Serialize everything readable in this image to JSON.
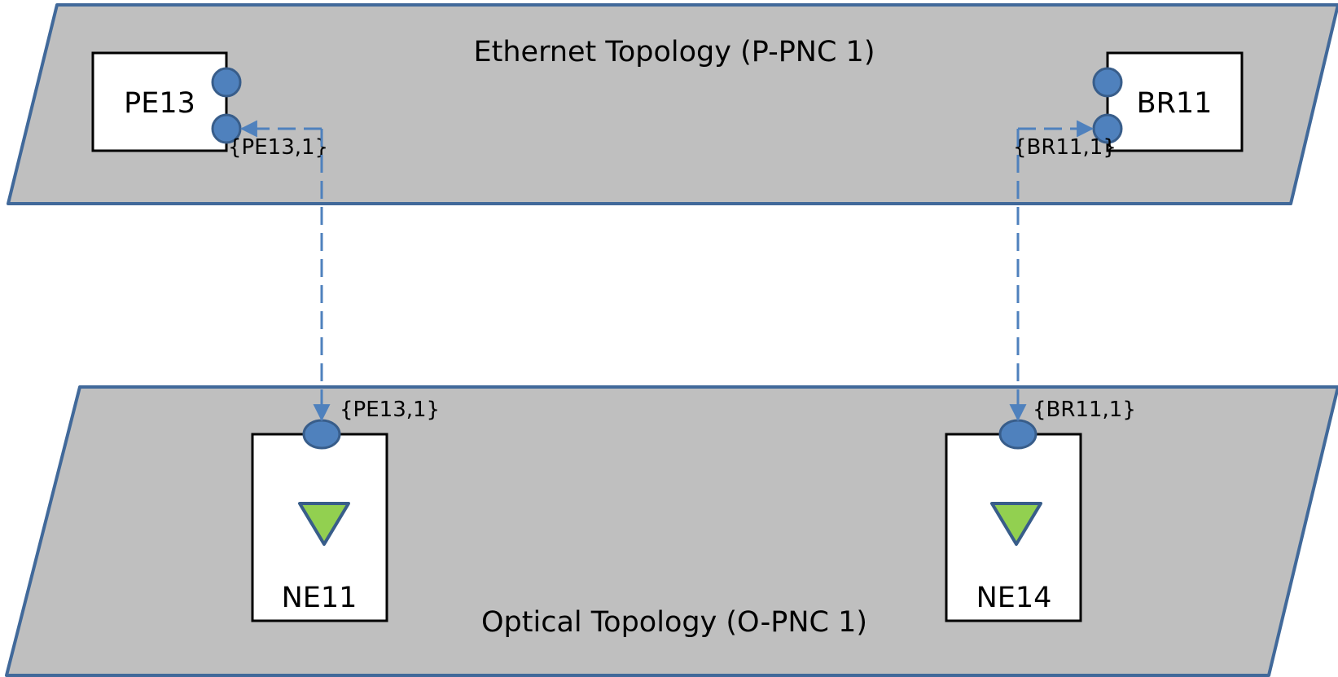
{
  "colors": {
    "layer_fill": "#bfbfbf",
    "layer_stroke": "#41699a",
    "port_fill": "#4f81bd",
    "port_stroke": "#385d8a",
    "link": "#4f81bd",
    "triangle_fill": "#92d050",
    "node_fill": "#ffffff",
    "node_stroke": "#000000"
  },
  "ethernet_layer": {
    "title": "Ethernet Topology (P-PNC 1)",
    "nodes": {
      "pe13": {
        "label": "PE13",
        "port_label": "{PE13,1}"
      },
      "br11": {
        "label": "BR11",
        "port_label": "{BR11,1}"
      }
    }
  },
  "optical_layer": {
    "title": "Optical Topology (O-PNC 1)",
    "nodes": {
      "ne11": {
        "label": "NE11",
        "port_label": "{PE13,1}"
      },
      "ne14": {
        "label": "NE14",
        "port_label": "{BR11,1}"
      }
    }
  },
  "icons": {
    "ports": "port-circle",
    "optical_nodes": "down-triangle"
  }
}
